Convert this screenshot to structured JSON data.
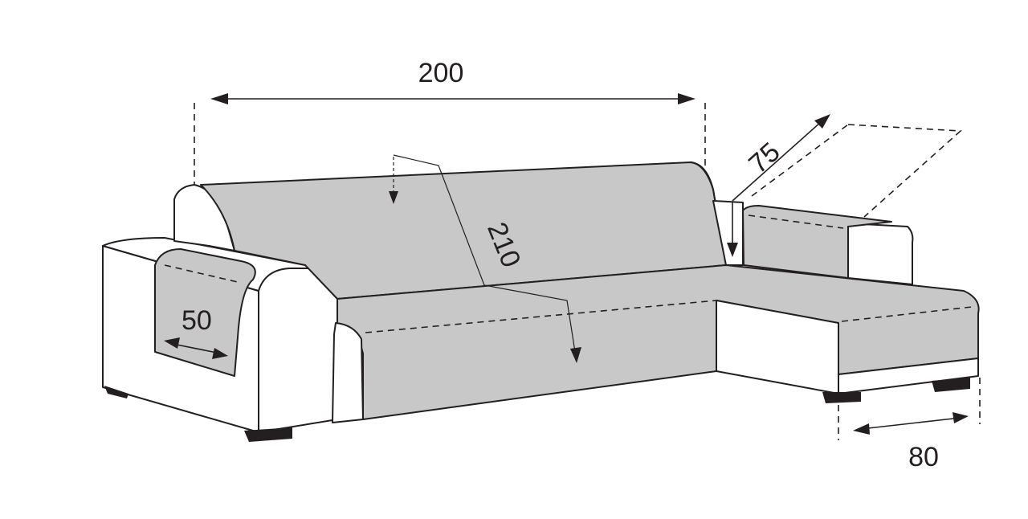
{
  "diagram": {
    "dimensions": {
      "backrest_width": "200",
      "seat_depth_total": "210",
      "armrest_width": "50",
      "chaise_length": "75",
      "chaise_width": "80"
    },
    "colors": {
      "cover": "#c8c8c8",
      "line": "#231f20",
      "background": "#ffffff"
    }
  }
}
